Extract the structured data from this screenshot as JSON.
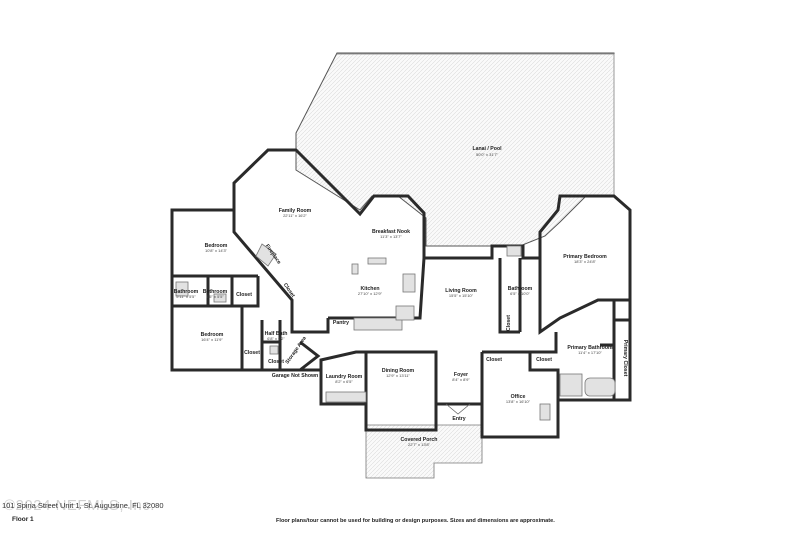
{
  "rooms": {
    "lanai": {
      "name": "Lanai / Pool",
      "dims": "50'0\" x 31'7\""
    },
    "family": {
      "name": "Family Room",
      "dims": "22'11\" x 16'2\""
    },
    "breakfast": {
      "name": "Breakfast Nook",
      "dims": "11'3\" x 13'7\""
    },
    "kitchen": {
      "name": "Kitchen",
      "dims": "27'10\" x 12'9\""
    },
    "pantry": {
      "name": "Pantry",
      "dims": ""
    },
    "living": {
      "name": "Living Room",
      "dims": "15'5\" x 15'10\""
    },
    "primary_bed": {
      "name": "Primary Bedroom",
      "dims": "18'3\" x 24'8\""
    },
    "primary_bath": {
      "name": "Primary Bathroom",
      "dims": "11'4\" x 17'10\""
    },
    "primary_closet": {
      "name": "Primary Closet",
      "dims": ""
    },
    "bathroom_right": {
      "name": "Bathroom",
      "dims": "6'5\" x 10'0\""
    },
    "closet_right": {
      "name": "Closet",
      "dims": ""
    },
    "bedroom1": {
      "name": "Bedroom",
      "dims": "10'8\" x 14'3\""
    },
    "bathroom_a": {
      "name": "Bathroom",
      "dims": "5'11\" x 5'5\""
    },
    "bathroom_b": {
      "name": "Bathroom",
      "dims": "5'5\" x 5'5\""
    },
    "closet_b1": {
      "name": "Closet",
      "dims": ""
    },
    "bedroom2": {
      "name": "Bedroom",
      "dims": "16'4\" x 11'9\""
    },
    "closet_b2": {
      "name": "Closet",
      "dims": ""
    },
    "half_bath": {
      "name": "Half Bath",
      "dims": "6'8\" x 6'2\""
    },
    "closet_hall": {
      "name": "Closet",
      "dims": ""
    },
    "fireplace": {
      "name": "Fireplace",
      "dims": ""
    },
    "closet_family": {
      "name": "Closet",
      "dims": ""
    },
    "storage": {
      "name": "Storage Area",
      "dims": ""
    },
    "garage_note": {
      "name": "Garage Not Shown",
      "dims": ""
    },
    "laundry": {
      "name": "Laundry Room",
      "dims": "8'2\" x 6'5\""
    },
    "dining": {
      "name": "Dining Room",
      "dims": "12'9\" x 13'11\""
    },
    "foyer": {
      "name": "Foyer",
      "dims": "8'4\" x 8'9\""
    },
    "entry": {
      "name": "Entry",
      "dims": ""
    },
    "office": {
      "name": "Office",
      "dims": "13'8\" x 16'10\""
    },
    "closet_office_a": {
      "name": "Closet",
      "dims": ""
    },
    "closet_office_b": {
      "name": "Closet",
      "dims": ""
    },
    "porch": {
      "name": "Covered Porch",
      "dims": "22'7\" x 13'8\""
    }
  },
  "footer": {
    "address": "101 Spina Street Unit 1, St. Augustine, FL 32080",
    "floor": "Floor 1",
    "disclaimer": "Floor plans/tour cannot be used for building or design purposes. Sizes and dimensions are approximate.",
    "watermark": "©2024 NEFMLS, Inc."
  }
}
